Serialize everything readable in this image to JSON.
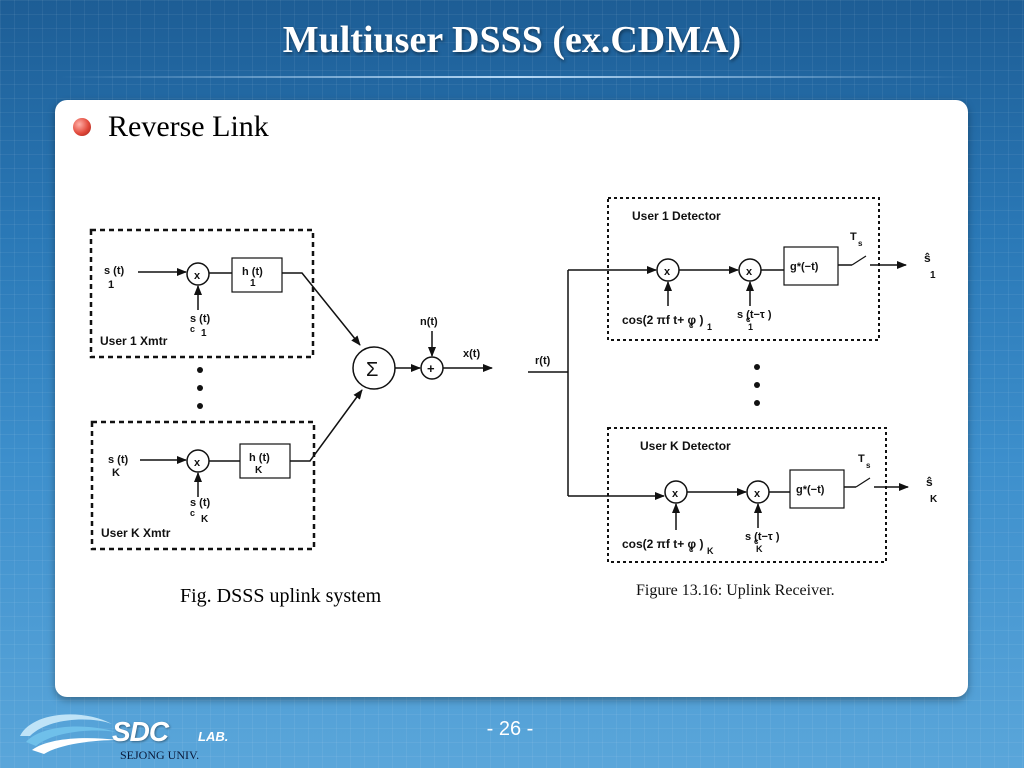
{
  "slide": {
    "title": "Multiuser DSSS (ex.CDMA)",
    "bullet": "Reverse Link",
    "caption_left": "Fig. DSSS uplink system",
    "caption_right": "Figure 13.16: Uplink Receiver.",
    "page_number": "- 26 -"
  },
  "logo": {
    "name": "SDC",
    "lab": "LAB.",
    "subtitle": "SEJONG UNIV."
  },
  "transmitter": {
    "user1": {
      "box_label": "User 1 Xmtr",
      "input": "s (t)",
      "input_sub": "1",
      "mixer": "x",
      "chip": "s (t)",
      "chip_sub_c": "c",
      "chip_sub_idx": "1",
      "filter": "h (t)",
      "filter_sub": "1"
    },
    "userK": {
      "box_label": "User K Xmtr",
      "input": "s (t)",
      "input_sub": "K",
      "mixer": "x",
      "chip": "s (t)",
      "chip_sub_c": "c",
      "chip_sub_idx": "K",
      "filter": "h (t)",
      "filter_sub": "K"
    },
    "sum": "Σ",
    "adder": "+",
    "noise": "n(t)",
    "output": "x(t)"
  },
  "receiver": {
    "input": "r(t)",
    "user1": {
      "box_label": "User 1 Detector",
      "mixer1": "x",
      "mixer2": "x",
      "cos": "cos(2 πf  t+ φ )",
      "cos_c": "c",
      "cos_idx": "1",
      "chip": "s  (t−τ )",
      "chip_c": "c",
      "chip_idx": "1",
      "matched": "g*(−t)",
      "sampler": "T",
      "sampler_sub": "s",
      "estimate": "ŝ",
      "estimate_sub": "1"
    },
    "userK": {
      "box_label": "User K Detector",
      "mixer1": "x",
      "mixer2": "x",
      "cos": "cos(2 πf  t+ φ )",
      "cos_c": "c",
      "cos_idx": "K",
      "chip": "s  (t−τ )",
      "chip_c": "c",
      "chip_idx": "K",
      "matched": "g*(−t)",
      "sampler": "T",
      "sampler_sub": "s",
      "estimate": "ŝ",
      "estimate_sub": "K"
    }
  }
}
